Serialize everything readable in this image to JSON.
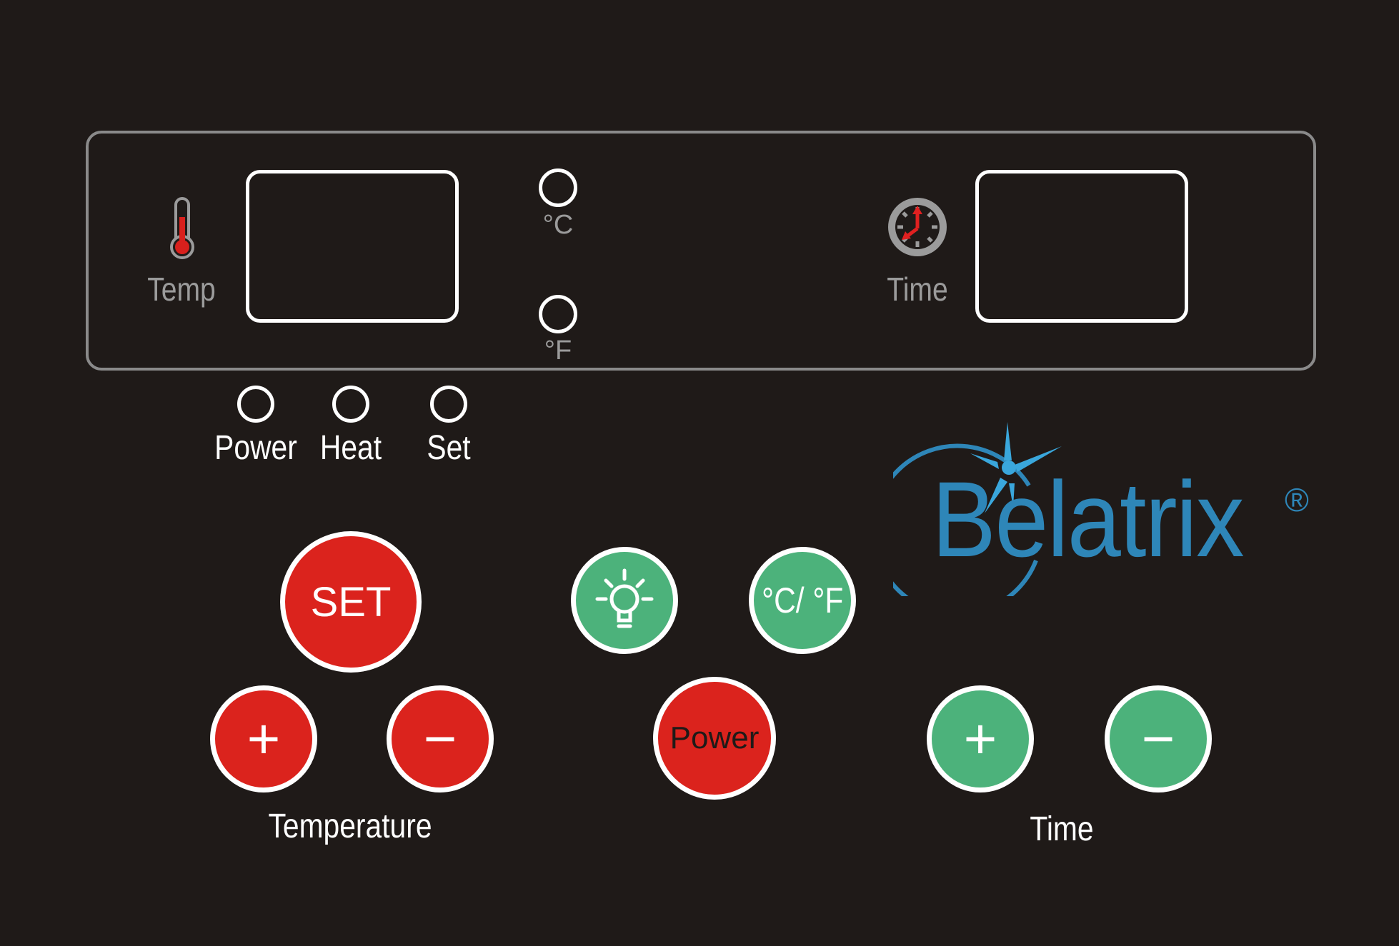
{
  "display_panel": {
    "temp_label": "Temp",
    "time_label": "Time",
    "unit_celsius": "°C",
    "unit_fahrenheit": "°F"
  },
  "indicators": [
    {
      "label": "Power"
    },
    {
      "label": "Heat"
    },
    {
      "label": "Set"
    }
  ],
  "brand": {
    "name": "Belatrix",
    "registered_mark": "®",
    "color": "#2e86b8",
    "star_color": "#3aa7dc"
  },
  "temperature_controls": {
    "set_label": "SET",
    "plus_label": "+",
    "minus_label": "−",
    "group_label": "Temperature",
    "color": "#db231d"
  },
  "center_controls": {
    "light_icon": "light-bulb-icon",
    "unit_toggle_label": "°C/ °F",
    "power_label": "Power"
  },
  "time_controls": {
    "plus_label": "+",
    "minus_label": "−",
    "group_label": "Time",
    "color": "#4cb27b"
  },
  "colors": {
    "background": "#1f1a18",
    "panel_border": "#8a8a8a",
    "label_grey": "#9b9b9b",
    "thermometer_red": "#d8201c",
    "clock_arrow_red": "#e02020"
  }
}
